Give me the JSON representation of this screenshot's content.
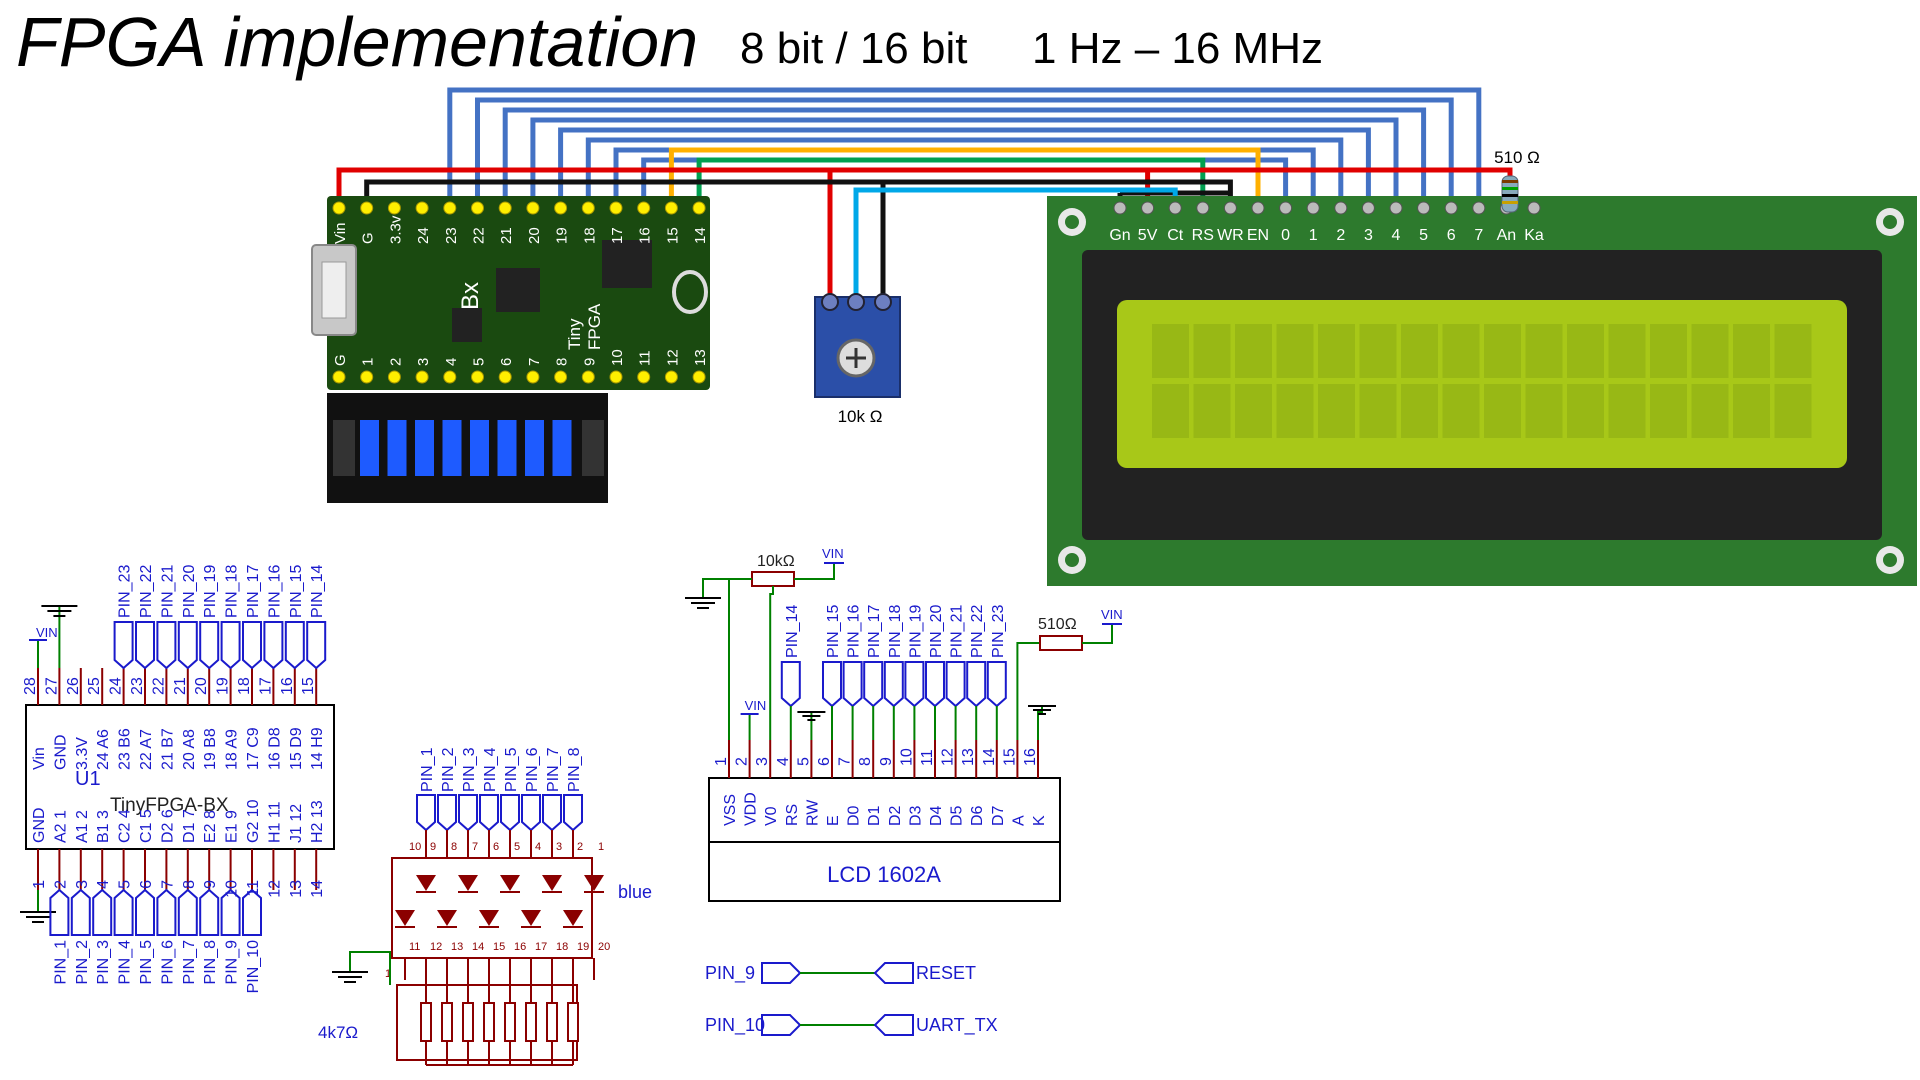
{
  "header": {
    "title": "FPGA implementation",
    "spec_bits": "8 bit / 16 bit",
    "spec_freq": "1 Hz – 16 MHz"
  },
  "board": {
    "logo_lines": [
      "Tiny",
      "FPGA"
    ],
    "logo_bx": "Bx",
    "top_pins": [
      "Vin",
      "G",
      "3.3v",
      "24",
      "23",
      "22",
      "21",
      "20",
      "19",
      "18",
      "17",
      "16",
      "15",
      "14"
    ],
    "bottom_pins": [
      "G",
      "1",
      "2",
      "3",
      "4",
      "5",
      "6",
      "7",
      "8",
      "9",
      "10",
      "11",
      "12",
      "13"
    ]
  },
  "pot_label": "10k Ω",
  "resistor_label": "510 Ω",
  "lcd_pins": [
    "Gn",
    "5V",
    "Ct",
    "RS",
    "WR",
    "EN",
    "0",
    "1",
    "2",
    "3",
    "4",
    "5",
    "6",
    "7",
    "An",
    "Ka"
  ],
  "schematic_u1": {
    "ref": "U1",
    "name": "TinyFPGA-BX",
    "vin": "VIN",
    "top_nets": [
      "PIN_23",
      "PIN_22",
      "PIN_21",
      "PIN_20",
      "PIN_19",
      "PIN_18",
      "PIN_17",
      "PIN_16",
      "PIN_15",
      "PIN_14"
    ],
    "top_numbers": [
      "28",
      "27",
      "26",
      "25",
      "24",
      "23",
      "22",
      "21",
      "20",
      "19",
      "18",
      "17",
      "16",
      "15"
    ],
    "top_labels": [
      "Vin",
      "GND",
      "3.3V",
      "24 A6",
      "23 B6",
      "22 A7",
      "21 B7",
      "20 A8",
      "19 B8",
      "18 A9",
      "17 C9",
      "16 D8",
      "15 D9",
      "14 H9"
    ],
    "bottom_labels": [
      "GND",
      "A2 1",
      "A1 2",
      "B1 3",
      "C2 4",
      "C1 5",
      "D2 6",
      "D1 7",
      "E2 8",
      "E1 9",
      "G2 10",
      "H1 11",
      "J1 12",
      "H2 13"
    ],
    "bottom_numbers": [
      "1",
      "2",
      "3",
      "4",
      "5",
      "6",
      "7",
      "8",
      "9",
      "10",
      "11",
      "12",
      "13",
      "14"
    ],
    "bottom_nets": [
      "PIN_1",
      "PIN_2",
      "PIN_3",
      "PIN_4",
      "PIN_5",
      "PIN_6",
      "PIN_7",
      "PIN_8",
      "PIN_9",
      "PIN_10"
    ]
  },
  "schematic_led": {
    "nets": [
      "PIN_1",
      "PIN_2",
      "PIN_3",
      "PIN_4",
      "PIN_5",
      "PIN_6",
      "PIN_7",
      "PIN_8"
    ],
    "top_numbers": [
      "10",
      "9",
      "8",
      "7",
      "6",
      "5",
      "4",
      "3",
      "2",
      "1"
    ],
    "bottom_numbers": [
      "11",
      "12",
      "13",
      "14",
      "15",
      "16",
      "17",
      "18",
      "19",
      "20"
    ],
    "color_label": "blue",
    "res_label": "4k7Ω",
    "res_pin": "1"
  },
  "schematic_lcd": {
    "name": "LCD 1602A",
    "pot_label": "10kΩ",
    "res_label": "510Ω",
    "vin": "VIN",
    "pot_net": "PIN_14",
    "data_nets": [
      "PIN_15",
      "PIN_16",
      "PIN_17",
      "PIN_18",
      "PIN_19",
      "PIN_20",
      "PIN_21",
      "PIN_22",
      "PIN_23"
    ],
    "pin_numbers": [
      "1",
      "2",
      "3",
      "4",
      "5",
      "6",
      "7",
      "8",
      "9",
      "10",
      "11",
      "12",
      "13",
      "14",
      "15",
      "16"
    ],
    "pin_names": [
      "VSS",
      "VDD",
      "V0",
      "RS",
      "RW",
      "E",
      "D0",
      "D1",
      "D2",
      "D3",
      "D4",
      "D5",
      "D6",
      "D7",
      "A",
      "K"
    ]
  },
  "net_links": [
    {
      "from": "PIN_9",
      "to": "RESET"
    },
    {
      "from": "PIN_10",
      "to": "UART_TX"
    }
  ],
  "colors": {
    "blue_wire": "#4472c4",
    "red_wire": "#e00000",
    "green_wire": "#00a050",
    "orange_wire": "#ffb000",
    "cyan_wire": "#00a8e8",
    "schematic_blue": "#1a1acc",
    "schematic_red": "#8b0000",
    "schematic_green": "#008000",
    "board_green": "#1a4a10",
    "lcd_frame": "#2d7a2d",
    "lcd_glass": "#a8c818"
  }
}
